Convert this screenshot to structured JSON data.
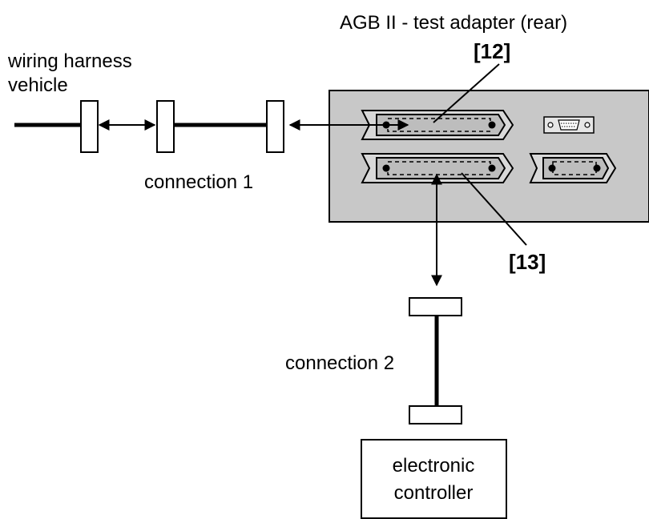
{
  "title": "AGB II - test adapter (rear)",
  "labels": {
    "wiring_harness_line1": "wiring harness",
    "wiring_harness_line2": "vehicle",
    "connection1": "connection 1",
    "connection2": "connection 2",
    "controller_line1": "electronic",
    "controller_line2": "controller"
  },
  "refs": {
    "upper_connector": "[12]",
    "lower_connector": "[13]"
  },
  "colors": {
    "panel": "#c8c8c8",
    "connector_shell": "#d9d9d9",
    "connector_face": "#bdbdbd",
    "line": "#000000"
  }
}
